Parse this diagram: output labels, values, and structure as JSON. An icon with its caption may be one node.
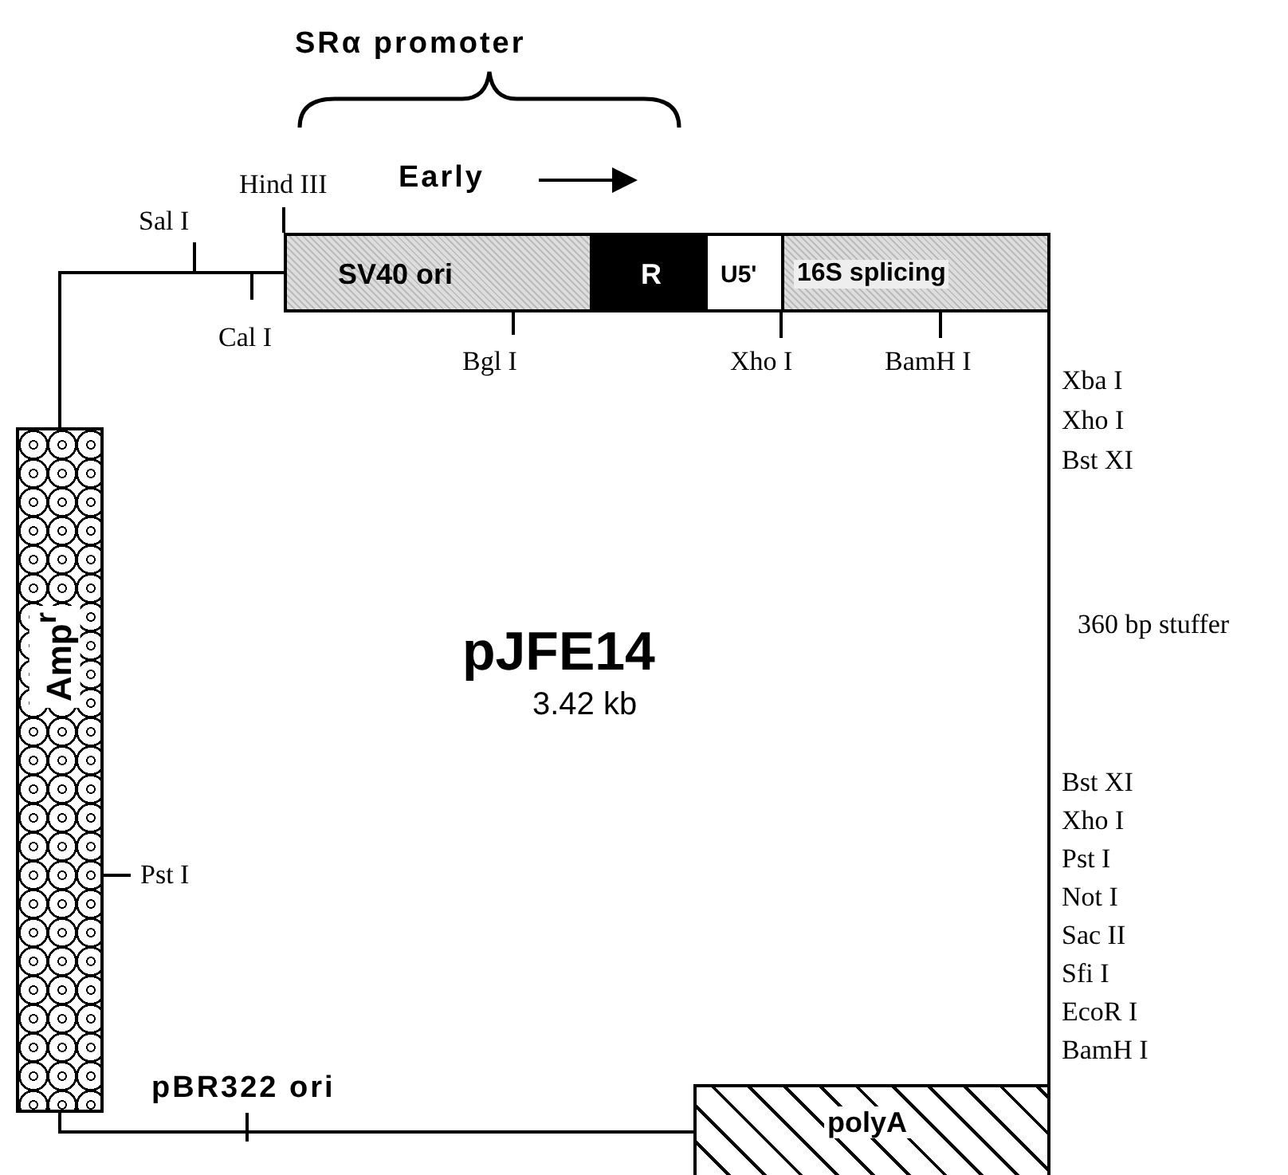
{
  "diagram": {
    "nodes": [
      {
        "text": [
          "SV40 ori"
        ],
        "beside": [
          "Hind III",
          "Bgl I"
        ]
      },
      {
        "text": [
          "R"
        ]
      },
      {
        "text": [
          "U5'"
        ],
        "beside": [
          "Xho I"
        ]
      },
      {
        "text": [
          "16S splicing"
        ],
        "beside": [
          "BamH I"
        ]
      },
      {
        "text": [
          "Amp$^{r}$"
        ],
        "beside": [
          "Pst I"
        ]
      },
      {
        "text": [
          "polyA"
        ]
      }
    ],
    "edges": [
      {
        "from": 4,
        "to": 0,
        "arrow": "none"
      },
      {
        "from": 3,
        "to": 5,
        "arrow": "none"
      },
      {
        "from": 5,
        "to": 4,
        "arrow": "none"
      }
    ],
    "labels": [
      "SRα promoter",
      "Early",
      "Sal I",
      "Cal I",
      "Xba I",
      "Xho I",
      "Bst XI",
      "360 bp stuffer",
      "pJFE14",
      "3.42 kb",
      "Bst XI",
      "Xho I",
      "Pst I",
      "Not I",
      "Sac II",
      "Sfi I",
      "EcoR I",
      "BamH I",
      "pBR322 ori"
    ]
  }
}
